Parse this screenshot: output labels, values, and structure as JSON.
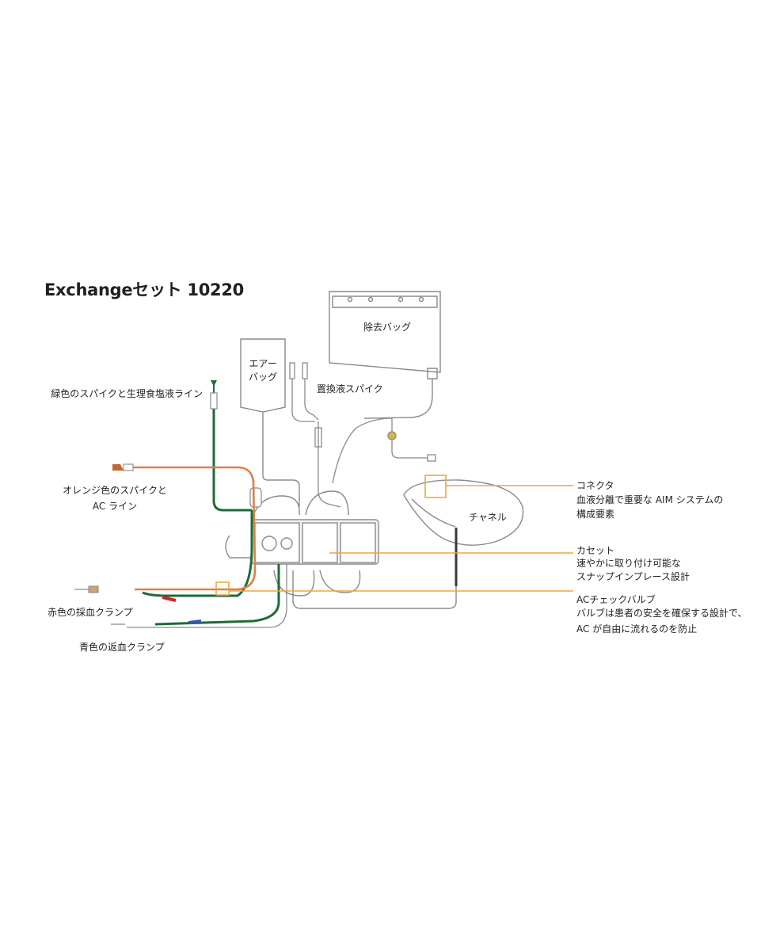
{
  "title": "Exchangeセット 10220",
  "bags": {
    "removal_bag": "除去バッグ",
    "air_bag_line1": "エアー",
    "air_bag_line2": "バッグ"
  },
  "labels": {
    "green_spike": "緑色のスパイクと生理食塩液ライン",
    "orange_spike_line1": "オレンジ色のスパイクと",
    "orange_spike_line2": "AC ライン",
    "red_clamp": "赤色の採血クランプ",
    "blue_clamp": "青色の返血クランプ",
    "replacement_spike": "置換液スパイク",
    "channel": "チャネル"
  },
  "callouts": {
    "connector": {
      "title": "コネクタ",
      "lines": [
        "血液分離で重要な AIM システムの",
        "構成要素"
      ]
    },
    "cassette": {
      "title": "カセット",
      "lines": [
        "速やかに取り付け可能な",
        "スナップインプレース設計"
      ]
    },
    "ac_check_valve": {
      "title": "ACチェックバルブ",
      "lines": [
        "バルブは患者の安全を確保する設計で、",
        "AC が自由に流れるのを防止"
      ]
    }
  },
  "colors": {
    "green_line": "#1e6b35",
    "orange_line": "#d9824c",
    "red_clamp": "#d6242a",
    "blue_clamp": "#2d5aa8",
    "callout": "#eea640",
    "outline": "#8a8a8a"
  }
}
